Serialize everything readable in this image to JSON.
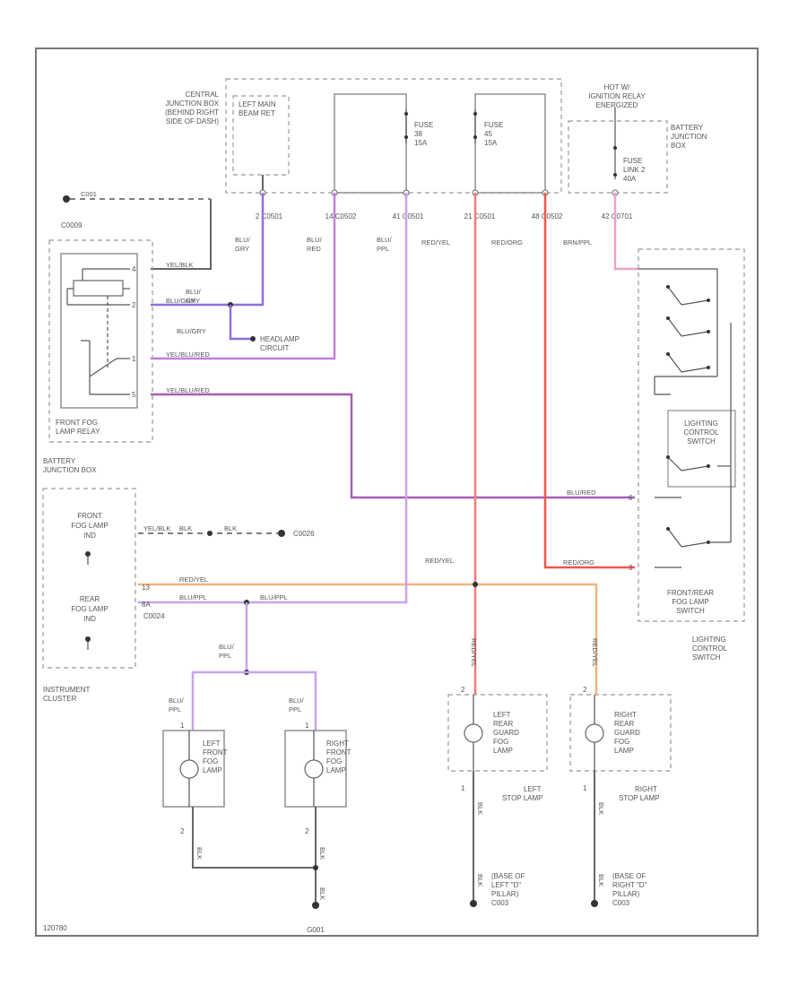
{
  "diagram": {
    "labels": {
      "central_jb": [
        "CENTRAL",
        "JUNCTION BOX",
        "(BEHIND RIGHT",
        "SIDE OF DASH)"
      ],
      "left_main_beam": [
        "LEFT MAIN",
        "BEAM RET"
      ],
      "fuse_38": [
        "FUSE",
        "38",
        "15A"
      ],
      "fuse_45": [
        "FUSE",
        "45",
        "15A"
      ],
      "hot_ign": [
        "HOT W/",
        "IGNITION RELAY",
        "ENERGIZED"
      ],
      "battery_jb_top": [
        "BATTERY",
        "JUNCTION",
        "BOX"
      ],
      "fuse_link": [
        "FUSE",
        "LINK 2",
        "40A"
      ],
      "conn_row": [
        "2 C0501",
        "14 C0502",
        "41 C0501",
        "21 C0501",
        "48 C0502",
        "42 C0701"
      ],
      "wire_row": [
        [
          "BLU/",
          "GRY"
        ],
        [
          "BLU/",
          "RED"
        ],
        [
          "BLU/",
          "PPL"
        ],
        "RED/YEL",
        "RED/ORG",
        "BRN/PPL"
      ],
      "c0001": "C001",
      "c0009": "C0009",
      "relay_pins": [
        "4",
        "2",
        "1",
        "5"
      ],
      "relay_wires": [
        "YEL/BLK",
        "BLU/GRY",
        "YEL/BLU/RED",
        "YEL/BLU/RED"
      ],
      "relay_name": [
        "FRONT FOG",
        "LAMP RELAY"
      ],
      "blu_gry": [
        "BLU/",
        "GRY"
      ],
      "blu_gry2": "BLU/GRY",
      "headlamp": [
        "HEADLAMP",
        "CIRCUIT"
      ],
      "battery_jb_left": [
        "BATTERY",
        "JUNCTION BOX"
      ],
      "front_fog_ind": [
        "FRONT",
        "FOG LAMP",
        "IND"
      ],
      "rear_fog_ind": [
        "REAR",
        "FOG LAMP",
        "IND"
      ],
      "ins_wires": [
        "YEL/BLK",
        "BLK",
        "BLK"
      ],
      "c0026": "C0026",
      "c0024": "C0024",
      "ind_pins": [
        "13",
        "8A"
      ],
      "ind_wires": [
        "RED/YEL",
        "BLU/PPL",
        "BLU/PPL"
      ],
      "instrument": [
        "INSTRUMENT",
        "CLUSTER"
      ],
      "blu_ppl": [
        "BLU/",
        "PPL"
      ],
      "lcs_name": [
        "LIGHTING",
        "CONTROL",
        "SWITCH"
      ],
      "lcs_wires": [
        "BLU/RED",
        "RED/ORG"
      ],
      "lcs_pins": [
        "6",
        "3"
      ],
      "front_rear_switch": [
        "FRONT/REAR",
        "FOG LAMP",
        "SWITCH"
      ],
      "lighting_switch_out": [
        "LIGHTING",
        "CONTROL",
        "SWITCH"
      ],
      "red_yel": "RED/YEL",
      "red_yel_v": "RED/YEL",
      "left_front_fog": [
        "LEFT",
        "FRONT",
        "FOG",
        "LAMP"
      ],
      "right_front_fog": [
        "RIGHT",
        "FRONT",
        "FOG",
        "LAMP"
      ],
      "left_rear_guard": [
        "LEFT",
        "REAR",
        "GUARD",
        "FOG",
        "LAMP"
      ],
      "right_rear_guard": [
        "RIGHT",
        "REAR",
        "GUARD",
        "FOG",
        "LAMP"
      ],
      "left_stop": [
        "LEFT",
        "STOP LAMP"
      ],
      "right_stop": [
        "RIGHT",
        "STOP LAMP"
      ],
      "blk": "BLK",
      "left_pillar": [
        "(BASE OF",
        "LEFT \"D\"",
        "PILLAR)",
        "C003"
      ],
      "right_pillar": [
        "(BASE OF",
        "RIGHT \"D\"",
        "PILLAR)",
        "C003"
      ],
      "g001": "G001",
      "pin_1": "1",
      "pin_2": "2",
      "footer": "120780"
    }
  }
}
